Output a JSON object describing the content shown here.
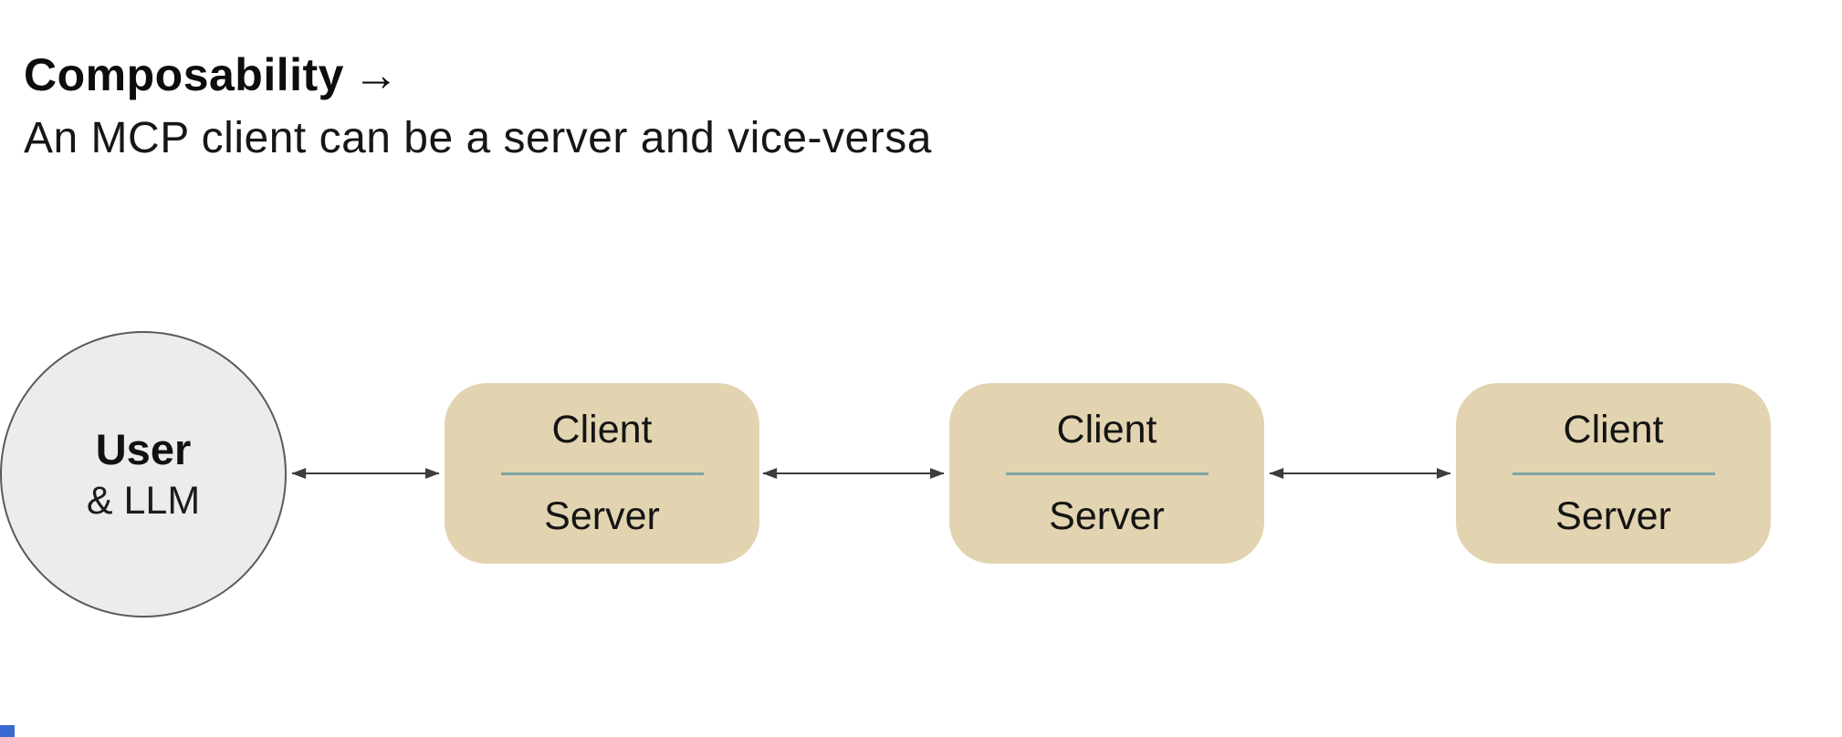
{
  "header": {
    "title": "Composability",
    "title_arrow": "→",
    "subtitle": "An MCP client can be a server and vice-versa"
  },
  "diagram": {
    "user_node": {
      "title": "User",
      "subtitle": "& LLM"
    },
    "client_server_nodes": [
      {
        "top_label": "Client",
        "bottom_label": "Server"
      },
      {
        "top_label": "Client",
        "bottom_label": "Server"
      },
      {
        "top_label": "Client",
        "bottom_label": "Server"
      }
    ],
    "connections": [
      {
        "from": "user-circle",
        "to": "node-1",
        "style": "double-arrow"
      },
      {
        "from": "node-1",
        "to": "node-2",
        "style": "double-arrow"
      },
      {
        "from": "node-2",
        "to": "node-3",
        "style": "double-arrow"
      }
    ],
    "colors": {
      "node_fill": "#e2d4b0",
      "divider_teal": "#7fa5a6",
      "circle_fill": "#ececec",
      "circle_border": "#5a5a5a",
      "arrow_gray": "#3d3d3d",
      "corner_blue": "#3b6ad0",
      "text_black": "#0d0d0d"
    }
  }
}
